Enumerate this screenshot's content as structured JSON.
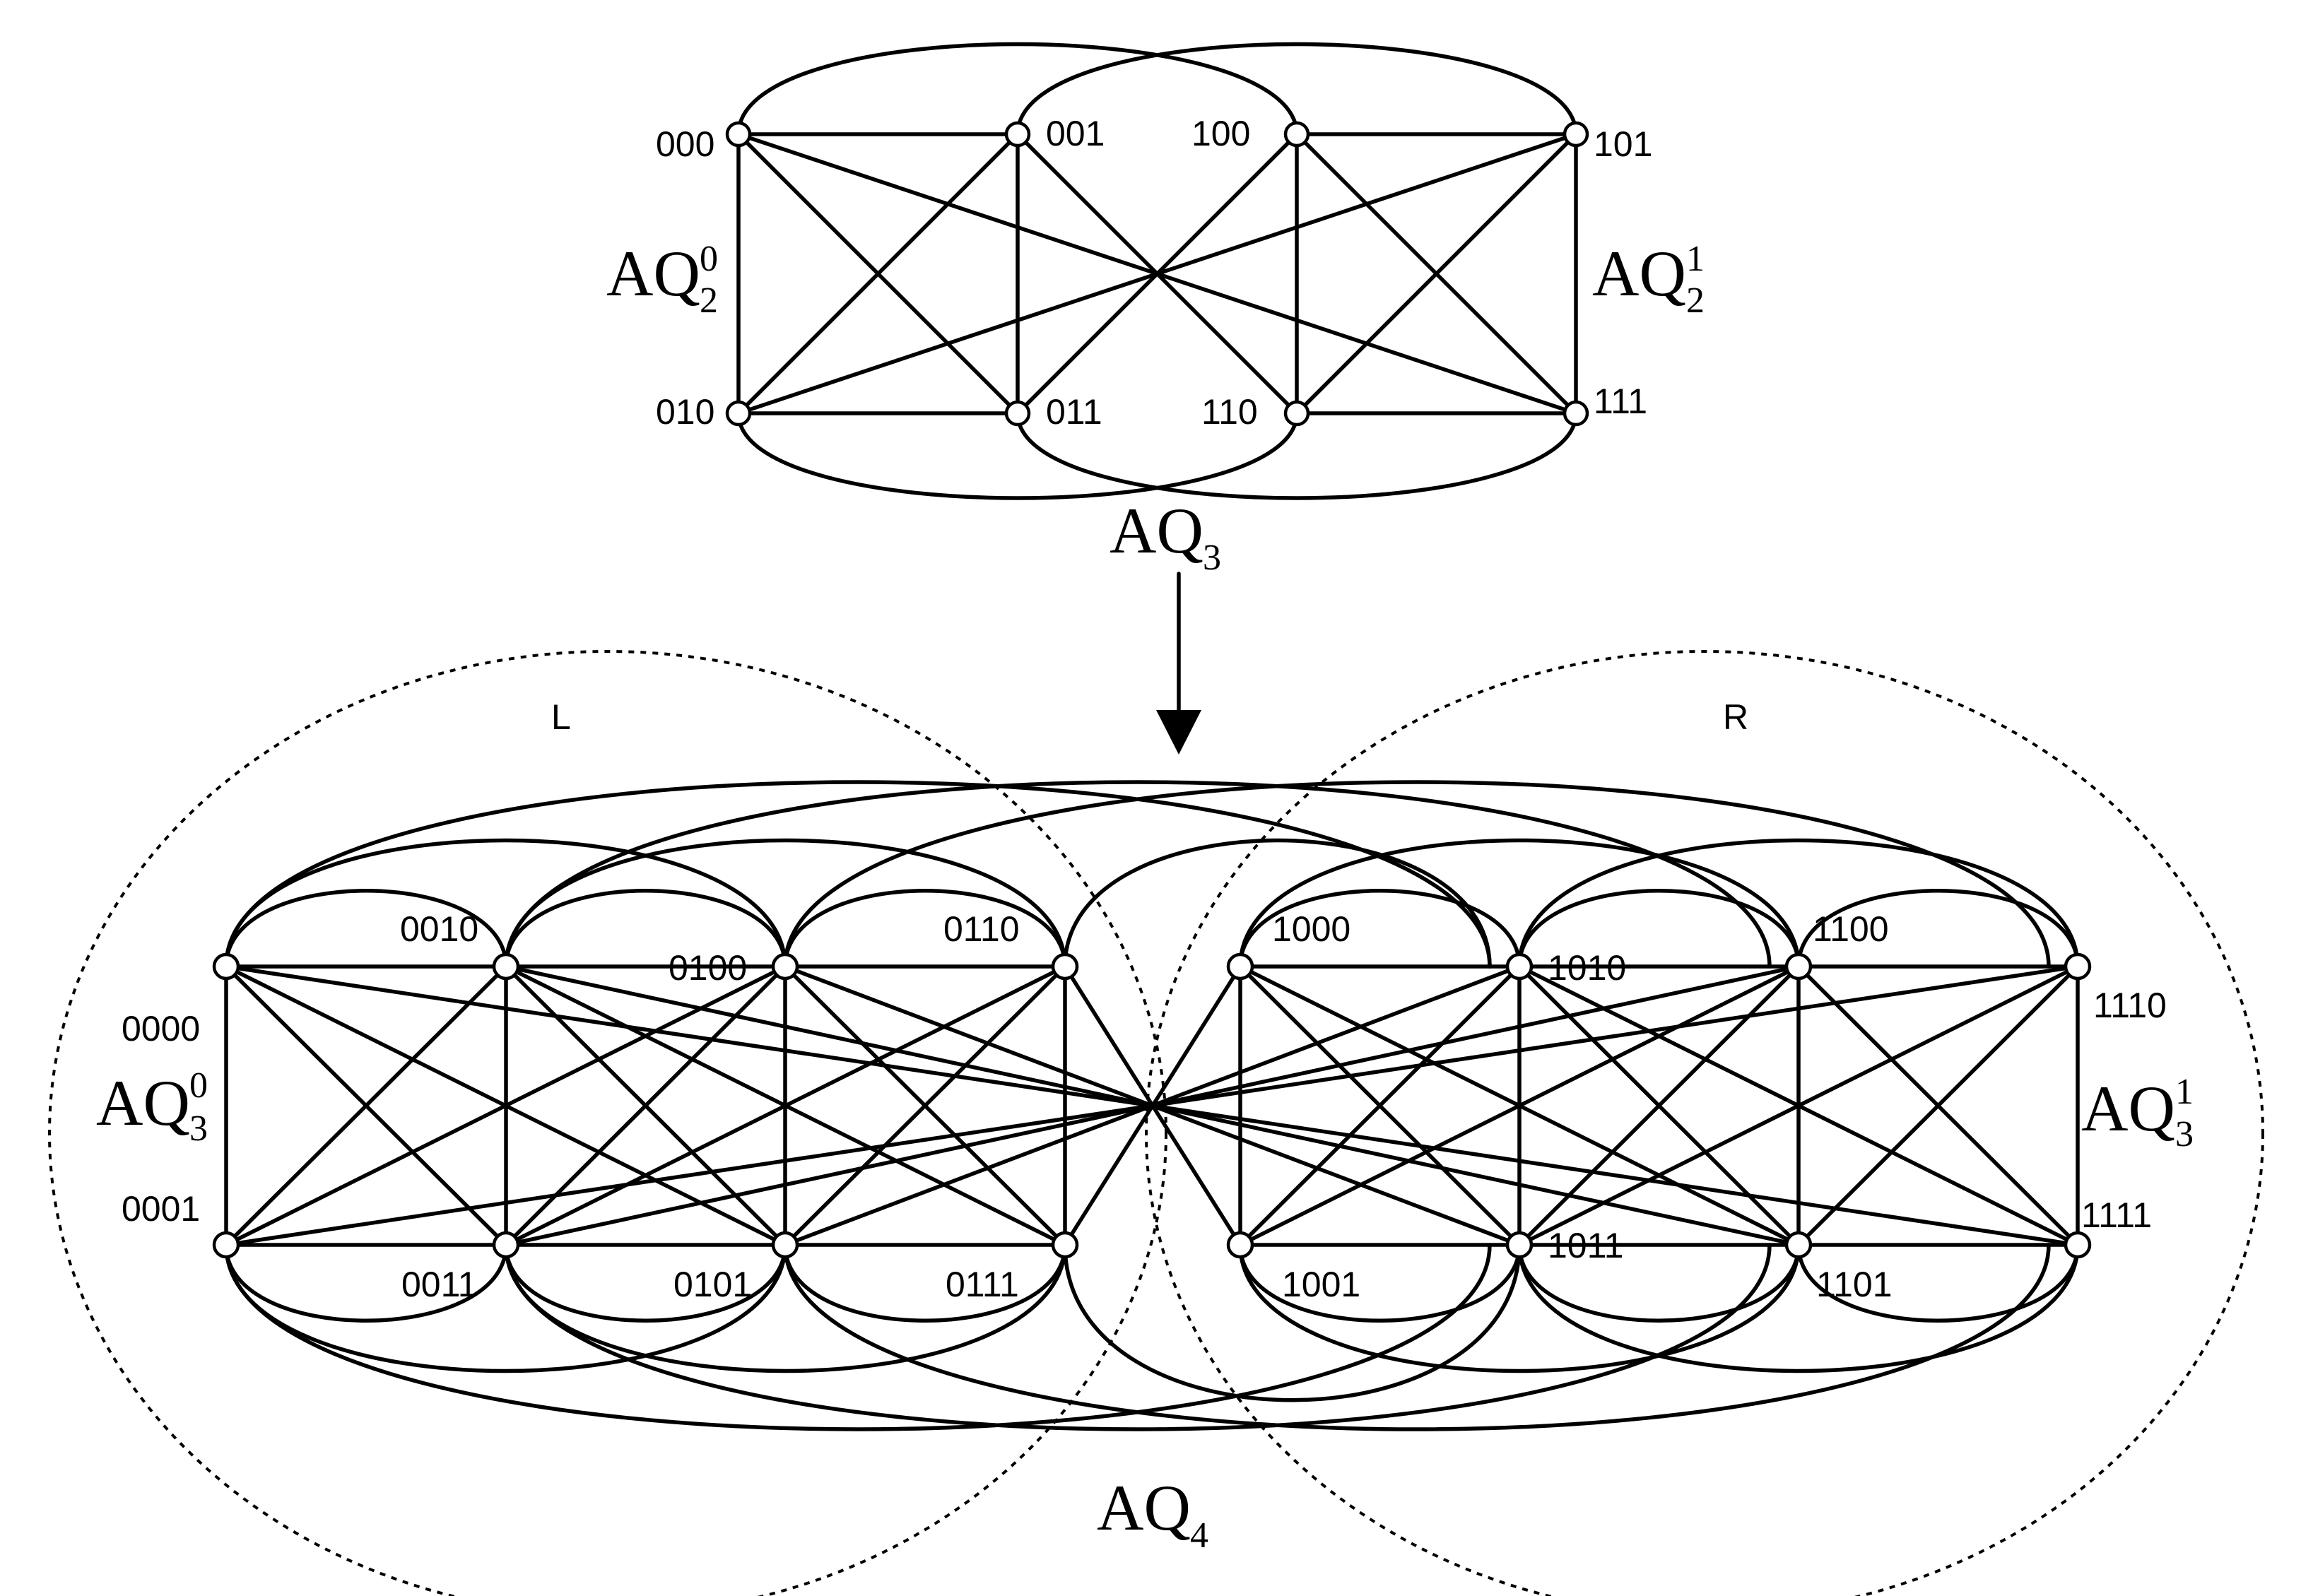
{
  "top_graph": {
    "nodes": [
      "000",
      "001",
      "100",
      "101",
      "010",
      "011",
      "110",
      "111"
    ],
    "left_group": {
      "base": "AQ",
      "sub": "2",
      "sup": "0"
    },
    "right_group": {
      "base": "AQ",
      "sub": "2",
      "sup": "1"
    },
    "caption": {
      "base": "AQ",
      "sub": "3"
    }
  },
  "bottom_graph": {
    "nodes": [
      "0000",
      "0010",
      "0100",
      "0110",
      "1000",
      "1010",
      "1100",
      "1110",
      "0001",
      "0011",
      "0101",
      "0111",
      "1001",
      "1011",
      "1101",
      "1111"
    ],
    "left_group": {
      "base": "AQ",
      "sub": "3",
      "sup": "0"
    },
    "right_group": {
      "base": "AQ",
      "sub": "3",
      "sup": "1"
    },
    "caption": {
      "base": "AQ",
      "sub": "4"
    },
    "regions": [
      "L",
      "R"
    ]
  }
}
